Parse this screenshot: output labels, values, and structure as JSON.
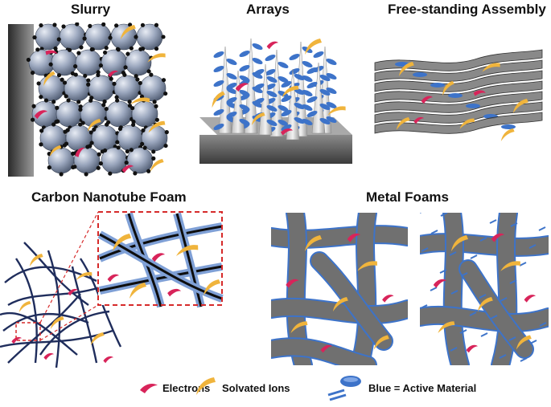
{
  "titles": {
    "slurry": "Slurry",
    "arrays": "Arrays",
    "free_standing": "Free-standing Assembly",
    "cnt_foam": "Carbon Nanotube Foam",
    "metal_foams": "Metal Foams"
  },
  "legend": {
    "electrons": "Electrons",
    "solvated_ions": "Solvated Ions",
    "active_material": "Blue = Active Material"
  },
  "colors": {
    "electron": "#d8245a",
    "ion": "#f0b43c",
    "active": "#3d73c9",
    "foam": "#707070",
    "cnt": "#1f2d5c",
    "dashed_box": "#d62a2a"
  }
}
